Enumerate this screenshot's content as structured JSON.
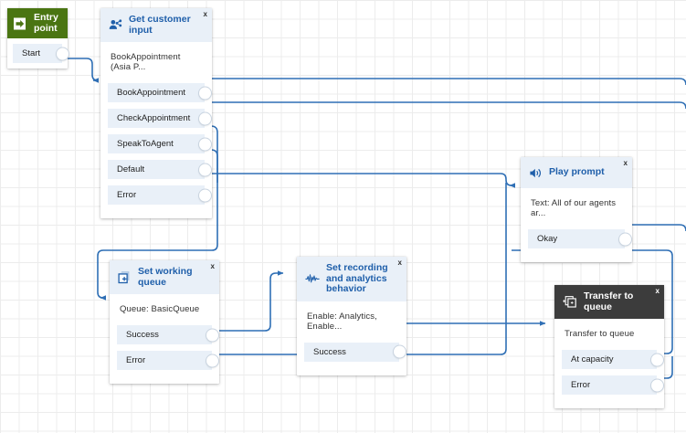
{
  "app": {
    "name": "contact-flow-designer",
    "accent_blue": "#1f5faa",
    "wire_color": "#2f6fb5",
    "header_blue": "#e9f0f8",
    "header_dark": "#3c3c3c",
    "header_green": "#4a7512",
    "grid_color": "#ececec"
  },
  "nodes": {
    "entry": {
      "title": "Entry point",
      "icon": "enter-arrow-icon",
      "ports": [
        {
          "label": "Start"
        }
      ]
    },
    "get_customer_input": {
      "title": "Get customer input",
      "icon": "customer-input-icon",
      "close_label": "x",
      "description": "BookAppointment (Asia P...",
      "ports": [
        {
          "label": "BookAppointment"
        },
        {
          "label": "CheckAppointment"
        },
        {
          "label": "SpeakToAgent"
        },
        {
          "label": "Default"
        },
        {
          "label": "Error"
        }
      ]
    },
    "play_prompt": {
      "title": "Play prompt",
      "icon": "speaker-icon",
      "close_label": "x",
      "description": "Text: All of our agents ar...",
      "ports": [
        {
          "label": "Okay"
        }
      ]
    },
    "set_working_queue": {
      "title": "Set working queue",
      "icon": "queue-plus-icon",
      "close_label": "x",
      "description": "Queue: BasicQueue",
      "ports": [
        {
          "label": "Success"
        },
        {
          "label": "Error"
        }
      ]
    },
    "set_recording": {
      "title": "Set recording and analytics behavior",
      "icon": "waveform-icon",
      "close_label": "x",
      "description": "Enable: Analytics, Enable...",
      "ports": [
        {
          "label": "Success"
        }
      ]
    },
    "transfer_to_queue": {
      "title": "Transfer to queue",
      "icon": "transfer-queue-icon",
      "close_label": "x",
      "description": "Transfer to queue",
      "ports": [
        {
          "label": "At capacity"
        },
        {
          "label": "Error"
        }
      ]
    }
  }
}
